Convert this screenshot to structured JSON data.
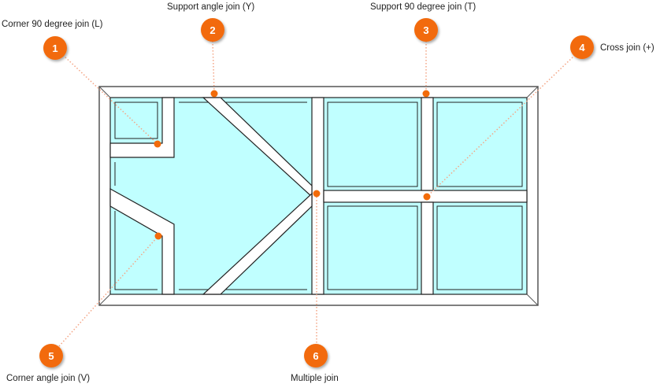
{
  "title": "Window frame join types",
  "colors": {
    "callout": "#f26b0a",
    "glass": "#c0ffff",
    "frame": "#ffffff",
    "leader": "#f4a585"
  },
  "callouts": [
    {
      "number": "1",
      "label": "Corner 90 degree join (L)"
    },
    {
      "number": "2",
      "label": "Support angle join (Y)"
    },
    {
      "number": "3",
      "label": "Support 90 degree join (T)"
    },
    {
      "number": "4",
      "label": "Cross join (+)"
    },
    {
      "number": "5",
      "label": "Corner angle join (V)"
    },
    {
      "number": "6",
      "label": "Multiple join"
    }
  ]
}
